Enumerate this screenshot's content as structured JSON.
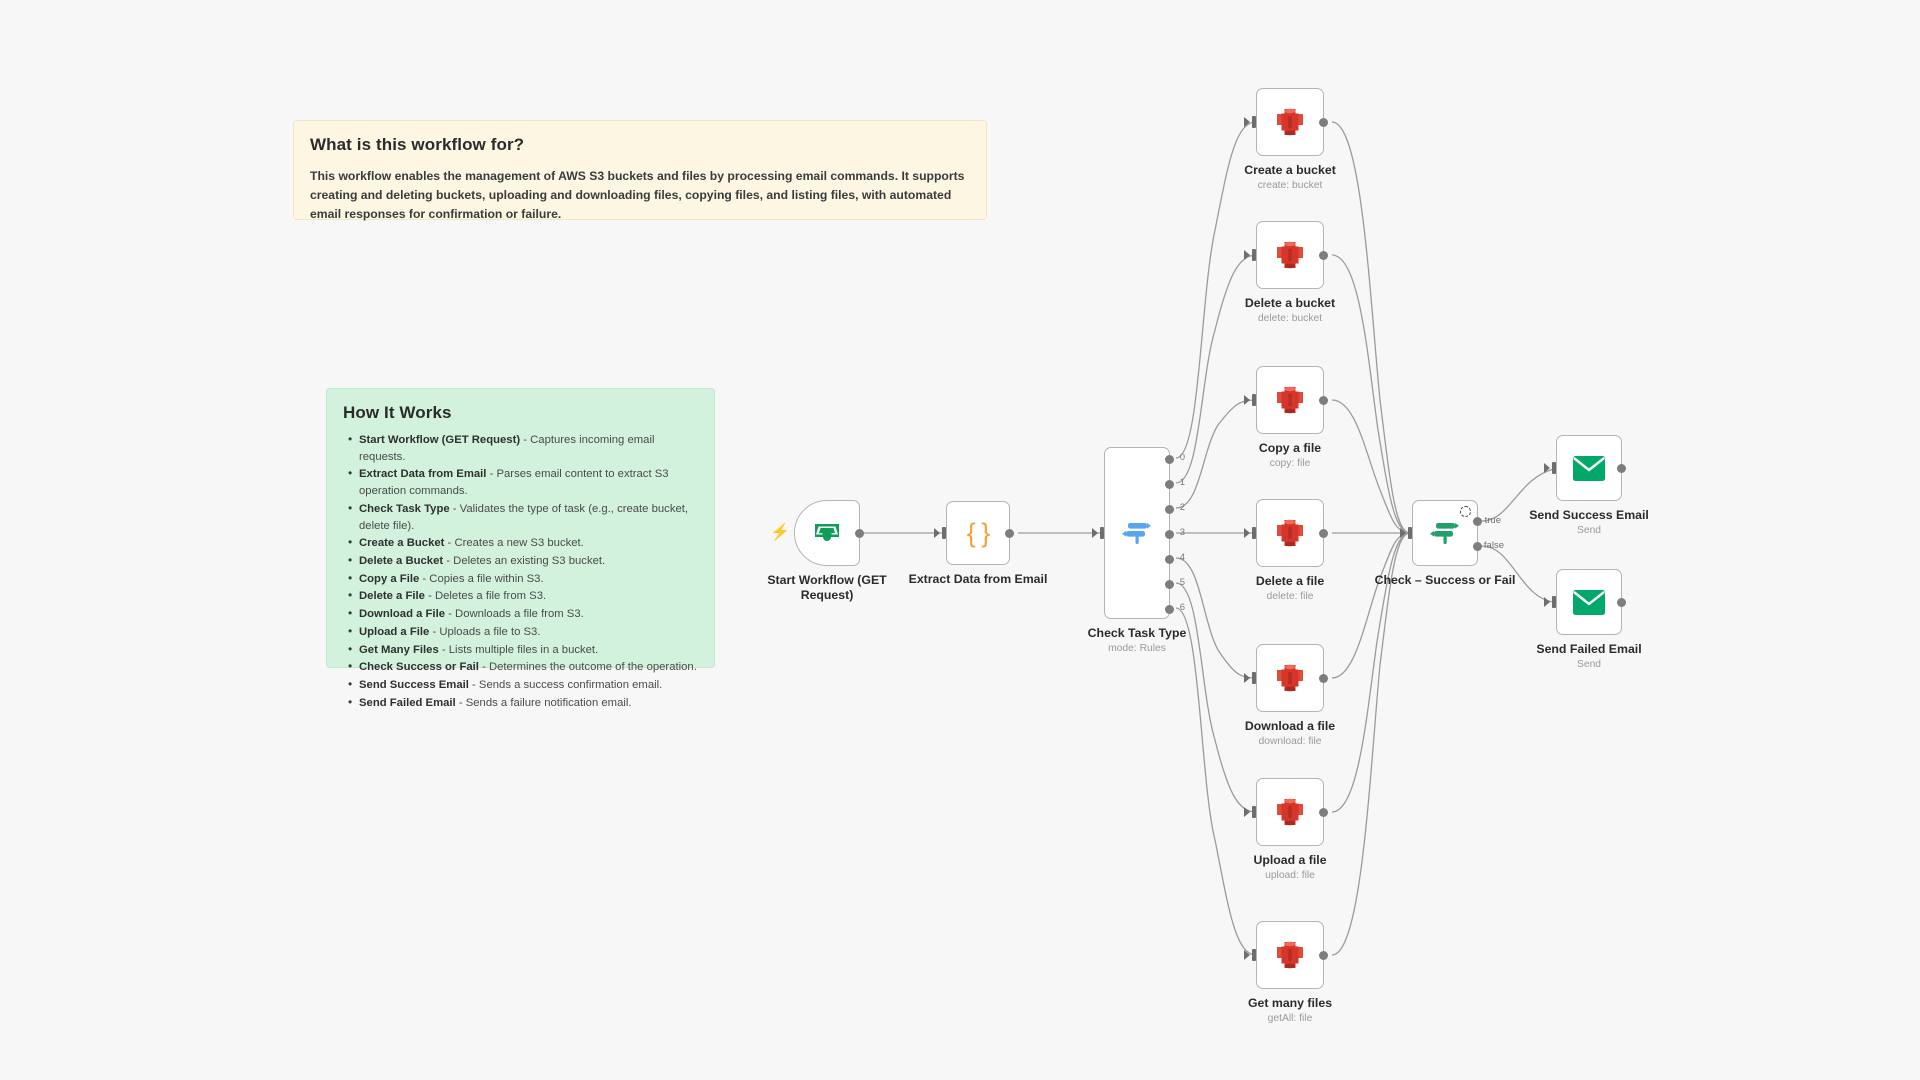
{
  "canvas": {
    "background_color": "#f7f7f7",
    "app": "n8n-workflow-canvas"
  },
  "notes": [
    {
      "id": "what-is-this-workflow-for",
      "title": "What is this workflow for?",
      "body": "This workflow enables the management of AWS S3 buckets and files by processing email commands. It supports creating and deleting buckets, uploading and downloading files, copying files, and listing files, with automated email responses for confirmation or failure.",
      "color": "#fdf6e3"
    },
    {
      "id": "how-it-works",
      "title": "How It Works",
      "color": "#d2f2de",
      "items": [
        {
          "term": "Start Workflow (GET Request)",
          "desc": "- Captures incoming email requests."
        },
        {
          "term": "Extract Data from Email",
          "desc": "- Parses email content to extract S3 operation commands."
        },
        {
          "term": "Check Task Type",
          "desc": "- Validates the type of task (e.g., create bucket, delete file)."
        },
        {
          "term": "Create a Bucket",
          "desc": "- Creates a new S3 bucket."
        },
        {
          "term": "Delete a Bucket",
          "desc": "- Deletes an existing S3 bucket."
        },
        {
          "term": "Copy a File",
          "desc": "- Copies a file within S3."
        },
        {
          "term": "Delete a File",
          "desc": "- Deletes a file from S3."
        },
        {
          "term": "Download a File",
          "desc": "- Downloads a file from S3."
        },
        {
          "term": "Upload a File",
          "desc": "- Uploads a file to S3."
        },
        {
          "term": "Get Many Files",
          "desc": "- Lists multiple files in a bucket."
        },
        {
          "term": "Check Success or Fail",
          "desc": "- Determines the outcome of the operation."
        },
        {
          "term": "Send Success Email",
          "desc": "- Sends a success confirmation email."
        },
        {
          "term": "Send Failed Email",
          "desc": "- Sends a failure notification email."
        }
      ]
    }
  ],
  "nodes": {
    "trigger": {
      "label": "Start Workflow (GET\nRequest)",
      "sub": "",
      "icon": "inbox-tray-icon"
    },
    "extract": {
      "label": "Extract Data from Email",
      "sub": "",
      "icon": "code-braces-icon"
    },
    "switch": {
      "label": "Check Task Type",
      "sub": "mode: Rules",
      "icon": "switch-signpost-icon"
    },
    "create_bucket": {
      "label": "Create a bucket",
      "sub": "create: bucket",
      "icon": "aws-s3-icon"
    },
    "delete_bucket": {
      "label": "Delete a bucket",
      "sub": "delete: bucket",
      "icon": "aws-s3-icon"
    },
    "copy_file": {
      "label": "Copy a file",
      "sub": "copy: file",
      "icon": "aws-s3-icon"
    },
    "delete_file": {
      "label": "Delete a file",
      "sub": "delete: file",
      "icon": "aws-s3-icon"
    },
    "download_file": {
      "label": "Download a file",
      "sub": "download: file",
      "icon": "aws-s3-icon"
    },
    "upload_file": {
      "label": "Upload a file",
      "sub": "upload: file",
      "icon": "aws-s3-icon"
    },
    "get_many_files": {
      "label": "Get many files",
      "sub": "getAll: file",
      "icon": "aws-s3-icon"
    },
    "if_check": {
      "label": "Check – Success or Fail",
      "sub": "",
      "icon": "if-signpost-icon"
    },
    "send_success": {
      "label": "Send Success Email",
      "sub": "Send",
      "icon": "envelope-icon"
    },
    "send_failed": {
      "label": "Send Failed Email",
      "sub": "Send",
      "icon": "envelope-icon"
    }
  },
  "ports": {
    "switch_outputs": [
      "0",
      "1",
      "2",
      "3",
      "4",
      "5",
      "6"
    ],
    "if_outputs": [
      "true",
      "false"
    ]
  },
  "colors": {
    "s3_red": "#d8352a",
    "email_green": "#00a96a",
    "trigger_green": "#0f9d58",
    "code_orange": "#f2a33c",
    "switch_blue": "#58a5f0",
    "if_green": "#21a16a",
    "bolt_orange": "#ef5b3b",
    "wire_gray": "#9b9b9b"
  }
}
